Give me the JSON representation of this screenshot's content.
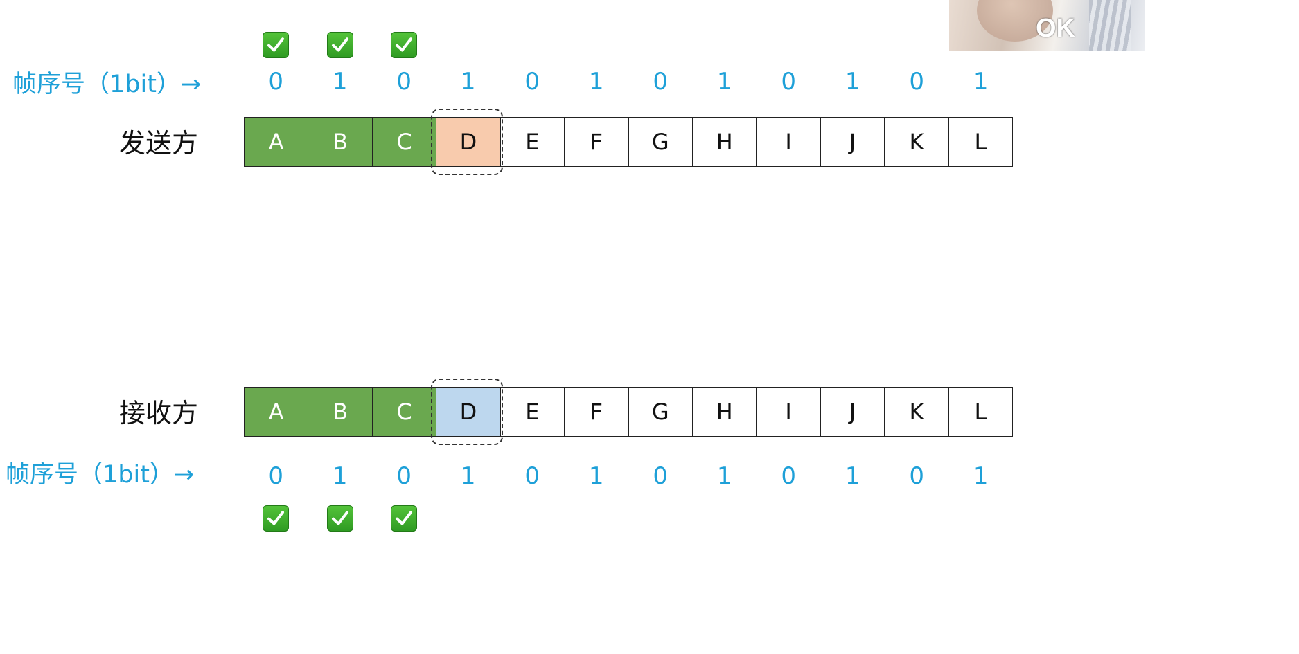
{
  "colors": {
    "accent_blue": "#1ea0d8",
    "acked_green": "#6aa84f",
    "sender_window": "#f8cbad",
    "receiver_window": "#bdd7ee"
  },
  "overlay": {
    "text": "OK"
  },
  "sender": {
    "label": "发送方",
    "seq_label": "帧序号（1bit）→",
    "sequence": [
      "0",
      "1",
      "0",
      "1",
      "0",
      "1",
      "0",
      "1",
      "0",
      "1",
      "0",
      "1"
    ],
    "frames": [
      "A",
      "B",
      "C",
      "D",
      "E",
      "F",
      "G",
      "H",
      "I",
      "J",
      "K",
      "L"
    ],
    "acked_count": 3,
    "window_index": 3
  },
  "receiver": {
    "label": "接收方",
    "seq_label": "帧序号（1bit）→",
    "sequence": [
      "0",
      "1",
      "0",
      "1",
      "0",
      "1",
      "0",
      "1",
      "0",
      "1",
      "0",
      "1"
    ],
    "frames": [
      "A",
      "B",
      "C",
      "D",
      "E",
      "F",
      "G",
      "H",
      "I",
      "J",
      "K",
      "L"
    ],
    "acked_count": 3,
    "window_index": 3
  },
  "icons": {
    "check": "check-mark-icon"
  }
}
